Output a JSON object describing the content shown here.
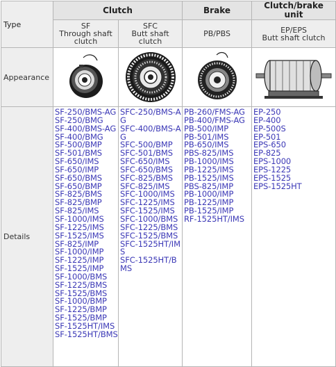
{
  "header": {
    "type_label": "Type",
    "clutch_label": "Clutch",
    "brake_label": "Brake",
    "clutch_brake_label": "Clutch/brake unit"
  },
  "subheader": {
    "sf": {
      "code": "SF",
      "desc": "Through shaft clutch"
    },
    "sfc": {
      "code": "SFC",
      "desc": "Butt shaft clutch"
    },
    "pb": {
      "code": "PB/PBS",
      "desc": ""
    },
    "ep": {
      "code": "EP/EPS",
      "desc": "Butt shaft clutch"
    }
  },
  "rows": {
    "appearance_label": "Appearance",
    "details_label": "Details"
  },
  "images": {
    "sf": "through-shaft-clutch-photo",
    "sfc": "butt-shaft-clutch-photo",
    "pb": "brake-photo",
    "ep": "clutch-brake-unit-photo"
  },
  "details": {
    "sf": [
      "SF-250/BMS-AG",
      "SF-250/BMG",
      "SF-400/BMS-AG",
      "SF-400/BMG",
      "SF-500/BMP",
      "SF-501/BMS",
      "SF-650/IMS",
      "SF-650/IMP",
      "SF-650/BMS",
      "SF-650/BMP",
      "SF-825/BMS",
      "SF-825/BMP",
      "SF-825/IMS",
      "SF-1000/IMS",
      "SF-1225/IMS",
      "SF-1525/IMS",
      "SF-825/IMP",
      "SF-1000/IMP",
      "SF-1225/IMP",
      "SF-1525/IMP",
      "SF-1000/BMS",
      "SF-1225/BMS",
      "SF-1525/BMS",
      "SF-1000/BMP",
      "SF-1225/BMP",
      "SF-1525/BMP",
      "SF-1525HT/IMS",
      "SF-1525HT/BMS"
    ],
    "sfc": [
      "SFC-250/BMS-AG",
      "SFC-400/BMS-AG",
      "SFC-500/BMP",
      "SFC-501/BMS",
      "SFC-650/IMS",
      "SFC-650/BMS",
      "SFC-825/BMS",
      "SFC-825/IMS",
      "SFC-1000/IMS",
      "SFC-1225/IMS",
      "SFC-1525/IMS",
      "SFC-1000/BMS",
      "SFC-1225/BMS",
      "SFC-1525/BMS",
      "SFC-1525HT/IMS",
      "SFC-1525HT/BMS"
    ],
    "pb": [
      "PB-260/FMS-AG",
      "PB-400/FMS-AG",
      "PB-500/IMP",
      "PB-501/IMS",
      "PB-650/IMS",
      "PBS-825/IMS",
      "PB-1000/IMS",
      "PB-1225/IMS",
      "PB-1525/IMS",
      "PBS-825/IMP",
      "PB-1000/IMP",
      "PB-1225/IMP",
      "PB-1525/IMP",
      "RF-1525HT/IMS"
    ],
    "ep": [
      "EP-250",
      "EP-400",
      "EP-500S",
      "EP-501",
      "EPS-650",
      "EP-825",
      "EPS-1000",
      "EPS-1225",
      "EPS-1525",
      "EPS-1525HT"
    ]
  }
}
